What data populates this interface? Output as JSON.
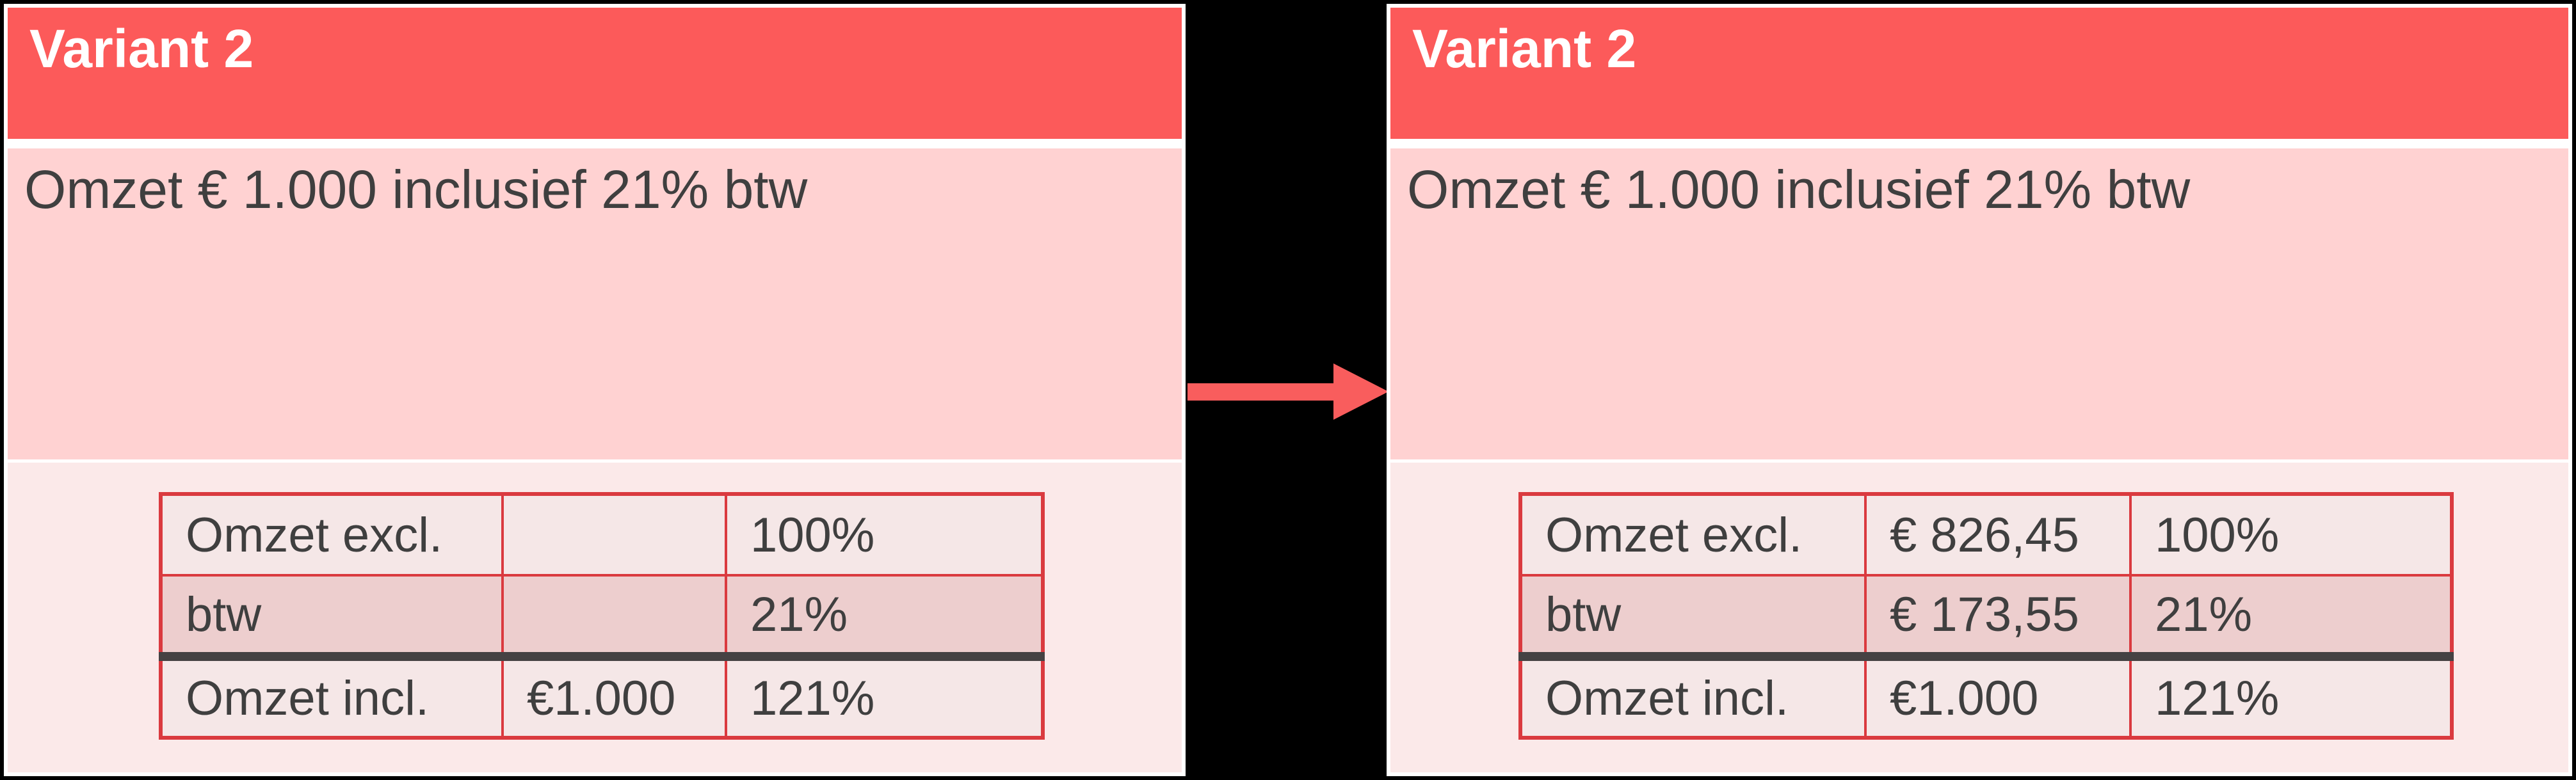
{
  "colors": {
    "page-bg": "#000000",
    "panel-border": "#ffffff",
    "header-red": "#fc5a5a",
    "body-pink": "#ffd2d2",
    "footer-pink": "#fbe9e9",
    "cell-light": "#f5e7e7",
    "cell-shaded": "#edcece",
    "grid-red": "#da3a3f",
    "divider-dark": "#454243",
    "text-dark": "#3f3f3f",
    "arrow-red": "#f95d5d"
  },
  "left_panel": {
    "title": "Variant 2",
    "body_text": "Omzet € 1.000 inclusief 21% btw",
    "table": {
      "rows": [
        [
          "Omzet excl.",
          "",
          "100%"
        ],
        [
          "btw",
          "",
          "21%"
        ],
        [
          "Omzet incl.",
          "€1.000",
          "121%"
        ]
      ]
    }
  },
  "right_panel": {
    "title": "Variant 2",
    "body_text": "Omzet € 1.000 inclusief 21% btw",
    "table": {
      "rows": [
        [
          "Omzet excl.",
          "€ 826,45",
          "100%"
        ],
        [
          "btw",
          "€ 173,55",
          "21%"
        ],
        [
          "Omzet incl.",
          "€1.000",
          "121%"
        ]
      ]
    }
  }
}
